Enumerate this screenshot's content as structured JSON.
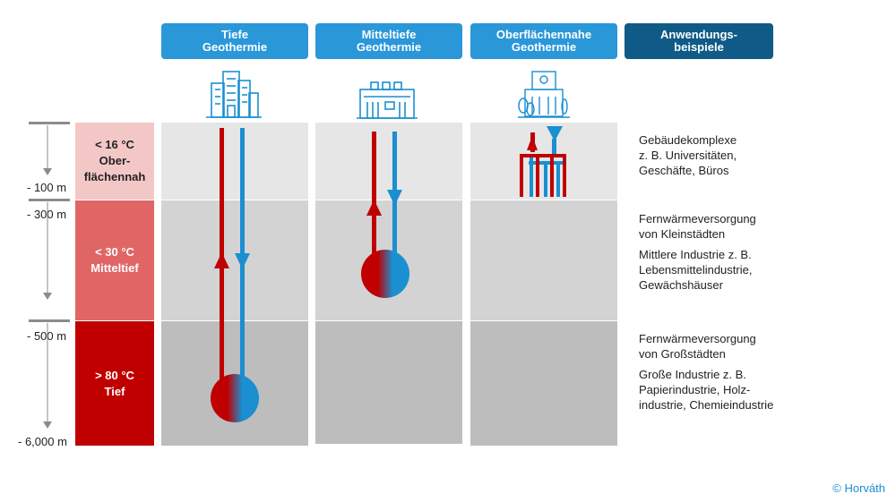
{
  "headers": [
    {
      "label": "Tiefe\nGeothermie",
      "color": "#2a97d9"
    },
    {
      "label": "Mitteltiefe\nGeothermie",
      "color": "#2a97d9"
    },
    {
      "label": "Oberflächennahe\nGeothermie",
      "color": "#2a97d9"
    },
    {
      "label": "Anwendungs-\nbeispiele",
      "color": "#0f5a86"
    }
  ],
  "depth_labels": [
    "- 100 m",
    "- 300 m",
    "- 500 m",
    "- 6,000 m"
  ],
  "zones": [
    {
      "temp": "< 16 °C",
      "name": "Ober-\nflächennah",
      "color": "#f4c7c7",
      "text_color": "#222222"
    },
    {
      "temp": "< 30 °C",
      "name": "Mitteltief",
      "color": "#e06666",
      "text_color": "#ffffff"
    },
    {
      "temp": "> 80 °C",
      "name": "Tief",
      "color": "#c00000",
      "text_color": "#ffffff"
    }
  ],
  "examples": [
    {
      "text": "Gebäudekomplexe\nz. B. Universitäten,\nGeschäfte, Büros"
    },
    {
      "text": "Fernwärmeversorgung\nvon Kleinstädten"
    },
    {
      "text": "Mittlere Industrie z. B.\nLebensmittelindustrie,\nGewächshäuser"
    },
    {
      "text": "Fernwärmeversorgung\nvon Großstädten"
    },
    {
      "text": "Große Industrie z. B.\nPapierindustrie, Holz-\nindustrie, Chemieindustrie"
    }
  ],
  "icons": [
    "city-buildings-icon",
    "factory-icon",
    "house-trees-icon"
  ],
  "colors": {
    "hot": "#c00000",
    "cold": "#1a8fd1",
    "zone_light": "#e6e6e6",
    "zone_mid": "#d3d3d3",
    "zone_dark": "#bdbdbd"
  },
  "copyright": "© Horváth"
}
